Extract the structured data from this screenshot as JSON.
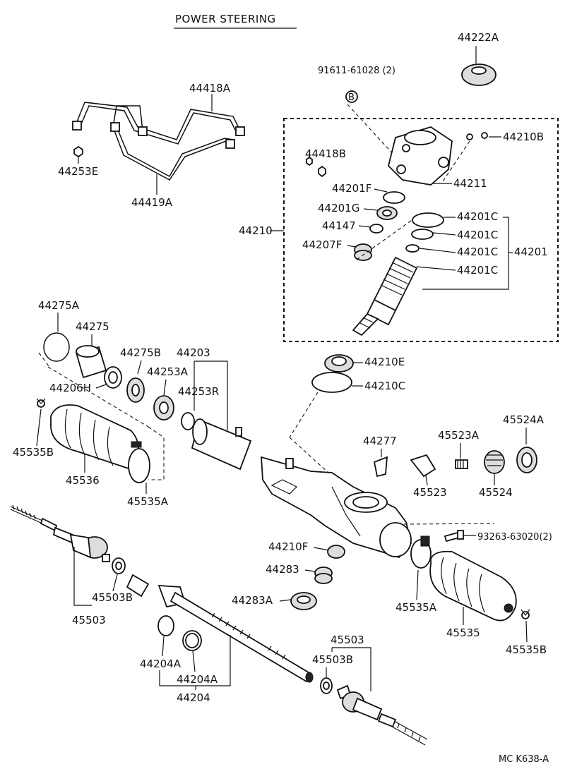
{
  "title": "POWER STEERING",
  "footer_code": "MC  K638-A",
  "bolt_marker": "B",
  "callouts": {
    "c44222A": "44222A",
    "c91611": "91611-61028 (2)",
    "c44418A": "44418A",
    "c44418B": "44418B",
    "c44419A": "44419A",
    "c44253E": "44253E",
    "c44210B": "44210B",
    "c44211": "44211",
    "c44201F": "44201F",
    "c44201G": "44201G",
    "c44147": "44147",
    "c44207F": "44207F",
    "c44210": "44210",
    "c44201C_1": "44201C",
    "c44201C_2": "44201C",
    "c44201C_3": "44201C",
    "c44201C_4": "44201C",
    "c44201": "44201",
    "c44210E": "44210E",
    "c44210C": "44210C",
    "c44275A": "44275A",
    "c44275": "44275",
    "c44275B": "44275B",
    "c44203": "44203",
    "c44253A": "44253A",
    "c44206H": "44206H",
    "c44253R": "44253R",
    "c45535B_l": "45535B",
    "c45536": "45536",
    "c45535A_l": "45535A",
    "c44277": "44277",
    "c45523A": "45523A",
    "c45524A": "45524A",
    "c45523": "45523",
    "c45524": "45524",
    "c93263": "93263-63020(2)",
    "c44210F": "44210F",
    "c44283": "44283",
    "c44283A": "44283A",
    "c45535A_r": "45535A",
    "c45535": "45535",
    "c45535B_r": "45535B",
    "c45503B_l": "45503B",
    "c45503_l": "45503",
    "c44204A_1": "44204A",
    "c44204A_2": "44204A",
    "c44204": "44204",
    "c45503_r": "45503",
    "c45503B_r": "45503B"
  }
}
